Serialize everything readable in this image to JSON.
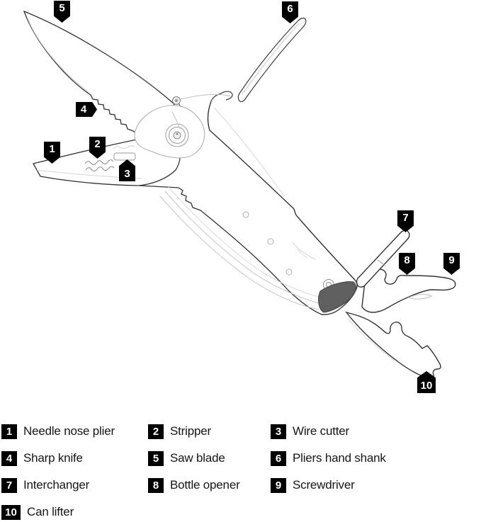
{
  "figure": {
    "description": "Line drawing of a folding multi-tool pocket knife with pliers, numbered part callouts",
    "markers": [
      {
        "num": "1"
      },
      {
        "num": "2"
      },
      {
        "num": "3"
      },
      {
        "num": "4"
      },
      {
        "num": "5"
      },
      {
        "num": "6"
      },
      {
        "num": "7"
      },
      {
        "num": "8"
      },
      {
        "num": "9"
      },
      {
        "num": "10"
      }
    ]
  },
  "legend": {
    "items": [
      {
        "num": "1",
        "label": "Needle nose plier"
      },
      {
        "num": "2",
        "label": "Stripper"
      },
      {
        "num": "3",
        "label": "Wire cutter"
      },
      {
        "num": "4",
        "label": "Sharp knife"
      },
      {
        "num": "5",
        "label": "Saw blade"
      },
      {
        "num": "6",
        "label": "Pliers hand shank"
      },
      {
        "num": "7",
        "label": "Interchanger"
      },
      {
        "num": "8",
        "label": "Bottle opener"
      },
      {
        "num": "9",
        "label": "Screwdriver"
      },
      {
        "num": "10",
        "label": "Can lifter"
      }
    ]
  },
  "colors": {
    "background": "#ffffff",
    "marker_bg": "#000000",
    "marker_text": "#ffffff",
    "outline_dark": "#333333",
    "outline_light": "#c4c4c4",
    "grip_pad": "#606060"
  }
}
